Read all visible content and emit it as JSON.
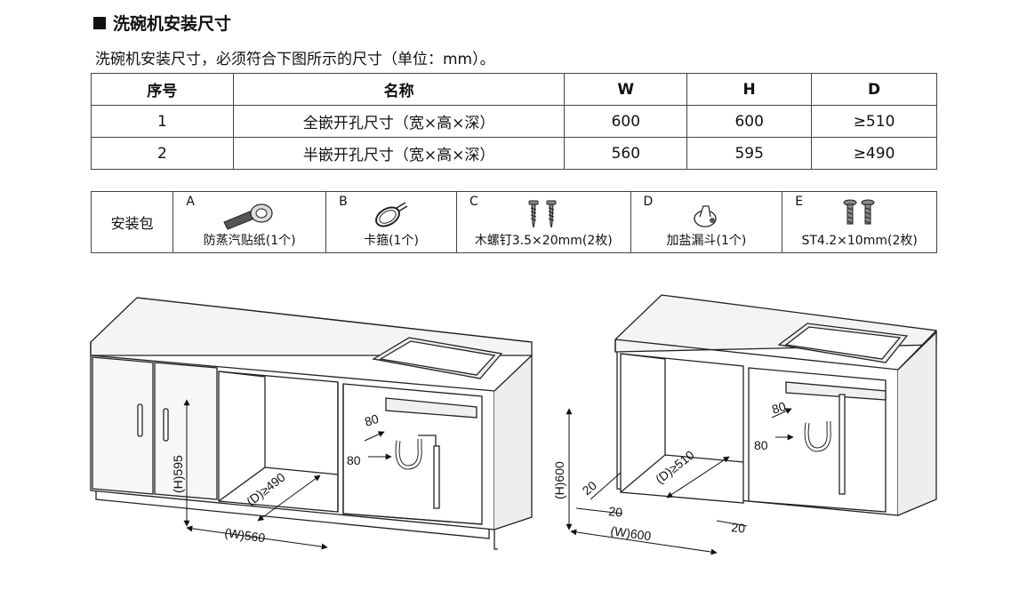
{
  "heading": "洗碗机安装尺寸",
  "intro": "洗碗机安装尺寸，必须符合下图所示的尺寸（单位：mm）。",
  "table": {
    "headers": [
      "序号",
      "名称",
      "W",
      "H",
      "D"
    ],
    "rows": [
      [
        "1",
        "全嵌开孔尺寸（宽×高×深）",
        "600",
        "600",
        "≥510"
      ],
      [
        "2",
        "半嵌开孔尺寸（宽×高×深）",
        "560",
        "595",
        "≥490"
      ]
    ]
  },
  "kit": {
    "title": "安装包",
    "items": [
      {
        "letter": "A",
        "label": "防蒸汽贴纸(1个)",
        "icon": "sticker-roll-icon"
      },
      {
        "letter": "B",
        "label": "卡箍(1个)",
        "icon": "hose-clamp-icon"
      },
      {
        "letter": "C",
        "label": "木螺钉3.5×20mm(2枚)",
        "icon": "wood-screw-icon"
      },
      {
        "letter": "D",
        "label": "加盐漏斗(1个)",
        "icon": "salt-funnel-icon"
      },
      {
        "letter": "E",
        "label": "ST4.2×10mm(2枚)",
        "icon": "screw-icon"
      }
    ]
  },
  "diagram_left": {
    "height_label": "(H)595",
    "depth_label": "(D)≥490",
    "width_label": "(W)560",
    "pipe_top_label": "80",
    "pipe_side_label": "80"
  },
  "diagram_right": {
    "height_label": "(H)600",
    "depth_label": "(D)≥510",
    "width_label": "(W)600",
    "gap_side_label": "20",
    "gap_bottom_label": "20",
    "gap_right_label": "20",
    "pipe_top_label": "80",
    "pipe_side_label": "80"
  }
}
